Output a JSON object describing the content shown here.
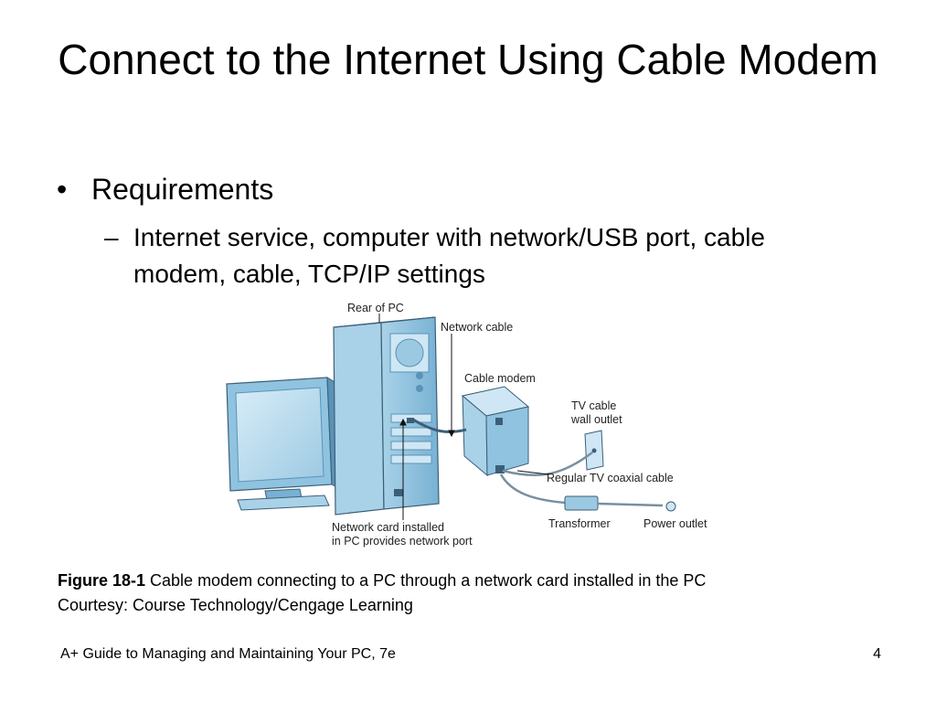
{
  "slide": {
    "title": "Connect to the Internet Using Cable Modem",
    "bullets": [
      {
        "marker": "•",
        "text": "Requirements",
        "children": [
          {
            "marker": "–",
            "text": "Internet service, computer with network/USB port, cable modem, cable, TCP/IP settings"
          }
        ]
      }
    ]
  },
  "figure": {
    "labels": {
      "rear_of_pc": "Rear of PC",
      "network_cable": "Network cable",
      "cable_modem": "Cable modem",
      "tv_cable_line1": "TV cable",
      "tv_cable_line2": "wall outlet",
      "coaxial": "Regular TV coaxial cable",
      "transformer": "Transformer",
      "power_outlet": "Power outlet",
      "network_card_line1": "Network card installed",
      "network_card_line2": "in PC provides network port"
    },
    "colors": {
      "device_blue": "#8fc3df",
      "device_blue_light": "#cfe7f4",
      "device_blue_dark": "#5a93b8",
      "outline": "#3c5f78"
    }
  },
  "caption": {
    "label": "Figure 18-1",
    "text": " Cable modem connecting to a PC through a network card installed in the PC",
    "credit": "Courtesy: Course Technology/Cengage Learning"
  },
  "footer": {
    "book": "A+ Guide to Managing and Maintaining Your PC, 7e",
    "page": "4"
  }
}
